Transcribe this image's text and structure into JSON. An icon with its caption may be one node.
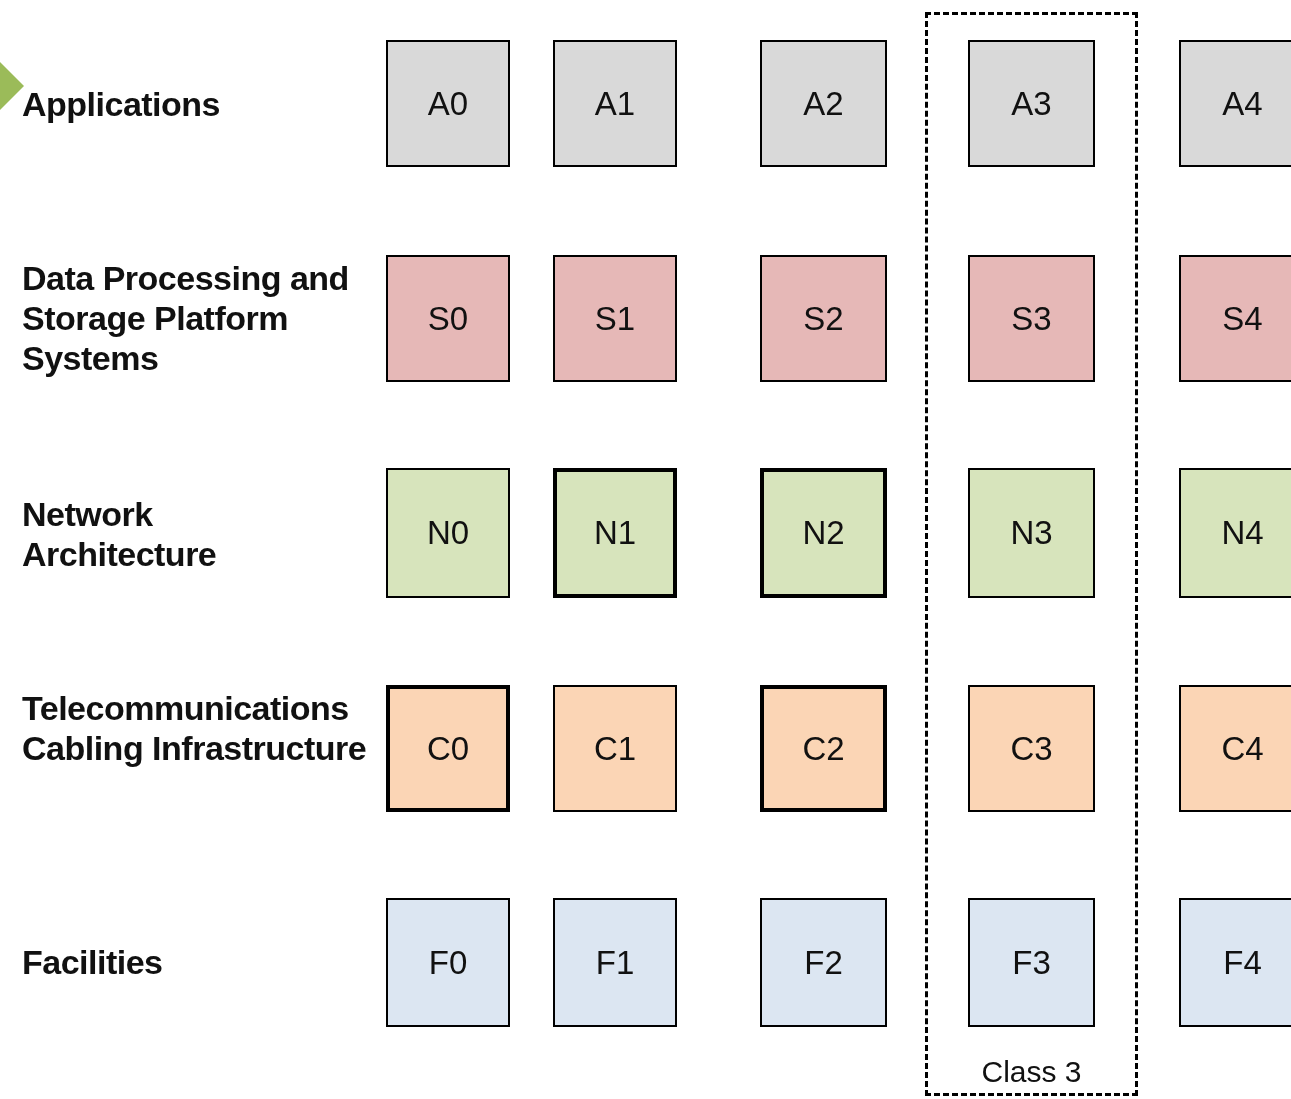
{
  "diagram": {
    "nodes": [
      {
        "text": [
          "Class 3"
        ]
      },
      {
        "text": [
          "A0"
        ]
      },
      {
        "text": [
          "A1"
        ]
      },
      {
        "text": [
          "A2"
        ]
      },
      {
        "text": [
          "A3"
        ],
        "in": 0
      },
      {
        "text": [
          "A4"
        ]
      },
      {
        "text": [
          "S0"
        ]
      },
      {
        "text": [
          "S1"
        ]
      },
      {
        "text": [
          "S2"
        ]
      },
      {
        "text": [
          "S3"
        ],
        "in": 0
      },
      {
        "text": [
          "S4"
        ]
      },
      {
        "text": [
          "N0"
        ]
      },
      {
        "text": [
          "N1"
        ]
      },
      {
        "text": [
          "N2"
        ]
      },
      {
        "text": [
          "N3"
        ],
        "in": 0
      },
      {
        "text": [
          "N4"
        ]
      },
      {
        "text": [
          "C0"
        ]
      },
      {
        "text": [
          "C1"
        ]
      },
      {
        "text": [
          "C2"
        ]
      },
      {
        "text": [
          "C3"
        ],
        "in": 0
      },
      {
        "text": [
          "C4"
        ]
      },
      {
        "text": [
          "F0"
        ]
      },
      {
        "text": [
          "F1"
        ]
      },
      {
        "text": [
          "F2"
        ]
      },
      {
        "text": [
          "F3"
        ],
        "in": 0
      },
      {
        "text": [
          "F4"
        ]
      }
    ],
    "labels": [
      "Applications",
      "Data Processing and Storage Platform Systems",
      "Network Architecture",
      "Telecommunications Cabling Infrastructure",
      "Facilities"
    ]
  }
}
